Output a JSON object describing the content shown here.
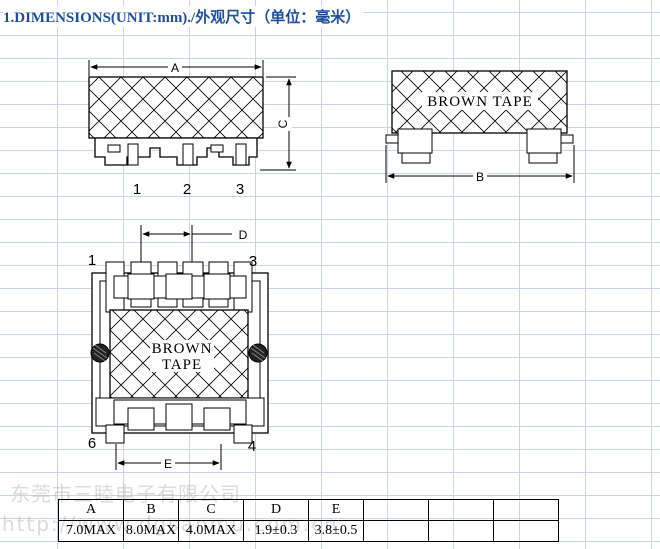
{
  "title": "1.DIMENSIONS(UNIT:mm)./外观尺寸（单位：毫米）",
  "drawing": {
    "side_view": {
      "dim_a": "A",
      "dim_c": "C",
      "pins": [
        "1",
        "2",
        "3"
      ]
    },
    "end_view": {
      "tape": "BROWN  TAPE",
      "dim_b": "B"
    },
    "top_view": {
      "tape_line1": "BROWN",
      "tape_line2": "TAPE",
      "dim_d": "D",
      "dim_e": "E",
      "pins_top": [
        "1",
        "3"
      ],
      "pins_bottom": [
        "6",
        "4"
      ]
    }
  },
  "watermark": {
    "line1": "东莞市三睦电子有限公司",
    "line2": "http://www.dgsanmu.com.cn"
  },
  "table": {
    "headers": [
      "A",
      "B",
      "C",
      "D",
      "E",
      "",
      "",
      ""
    ],
    "values": [
      "7.0MAX",
      "8.0MAX",
      "4.0MAX",
      "1.9±0.3",
      "3.8±0.5",
      "",
      "",
      ""
    ]
  }
}
